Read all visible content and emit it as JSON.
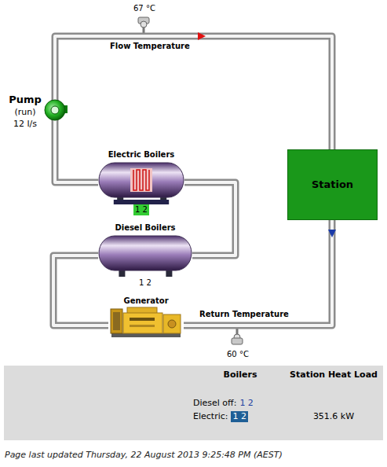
{
  "diagram": {
    "caption": "Page last updated Thursday, 22 August 2013 9:25:48 PM (AEST)",
    "nodes": [
      {
        "text": [
          "Pump",
          "(run)",
          "12 l/s"
        ]
      },
      {
        "text": [
          "Station"
        ]
      },
      {
        "text": [
          "Electric Boilers",
          "1 2"
        ]
      },
      {
        "text": [
          "Diesel Boilers",
          "1 2"
        ]
      },
      {
        "text": [
          "Generator"
        ]
      }
    ],
    "edges": [
      {
        "from": 0,
        "to": 1,
        "arrow": "to",
        "label": "Flow Temperature"
      },
      {
        "from": 1,
        "to": 4,
        "arrow": "to",
        "label": "Return Temperature"
      },
      {
        "from": 4,
        "to": 3,
        "arrow": "none"
      },
      {
        "from": 3,
        "to": 2,
        "arrow": "none"
      },
      {
        "from": 2,
        "to": 0,
        "arrow": "none"
      }
    ],
    "labels": [
      "67 °C",
      "60 °C",
      "Boilers",
      "Station Heat Load",
      "Diesel off:",
      "1 2",
      "Electric:",
      "1 2",
      "351.6 kW"
    ]
  }
}
